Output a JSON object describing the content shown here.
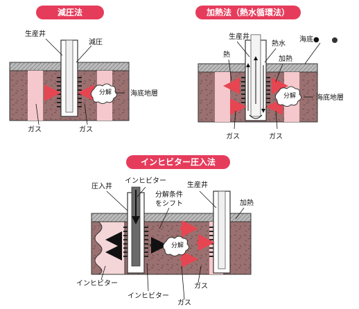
{
  "methods": {
    "depressurization": {
      "title": "減圧法",
      "label_well": "生産井",
      "label_depressurize": "減圧",
      "label_decomposition": "分解",
      "label_seabed_stratum": "海底地層",
      "label_gas_left": "ガス",
      "label_gas_right": "ガス"
    },
    "heating": {
      "title": "加熱法（熱水循環法）",
      "label_well": "生産井",
      "label_hot_water": "熱水",
      "label_seabed": "海底●",
      "label_heat": "熱",
      "label_heating": "加熱",
      "label_decomposition": "分解",
      "label_seabed_stratum": "海底地層",
      "label_gas_left": "ガス",
      "label_gas_right": "ガス"
    },
    "inhibitor": {
      "title": "インヒビター圧入法",
      "label_injection_well": "圧入井",
      "label_inhibitor_top": "インヒビター",
      "label_shift_line1": "分解条件",
      "label_shift_line2": "をシフト",
      "label_well": "生産井",
      "label_heating": "加熱",
      "label_decomposition": "分解",
      "label_inhibitor_left": "インヒビター",
      "label_inhibitor_bottom": "インヒビター",
      "label_gas_bottom": "ガス",
      "label_gas_right": "ガス"
    }
  },
  "colors": {
    "title_pill": "#e63c5c",
    "stratum": "#9a7070",
    "hydrate_band": "#f4c8cc",
    "arrow": "#e64552",
    "seabed_cap": "#bcbcbc"
  }
}
